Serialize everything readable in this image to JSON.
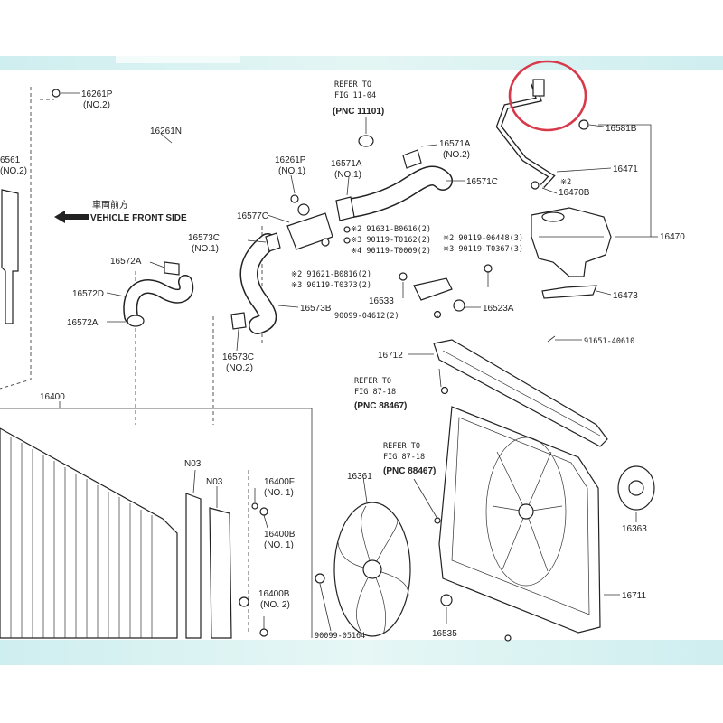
{
  "labels": {
    "l16261p2": "16261P",
    "l16261p2n": "(NO.2)",
    "l16261n": "16261N",
    "l16561": "6561",
    "l16561n": "(NO.2)",
    "front_jp": "車両前方",
    "front_en": "VEHICLE FRONT SIDE",
    "l16261p1": "16261P",
    "l16261p1n": "(NO.1)",
    "refer1": "REFER TO",
    "fig1": "FIG 11-04",
    "pnc1": "(PNC 11101)",
    "l16571a_top": "16571A",
    "l16571a_top_n": "(NO.2)",
    "l16571a_mid": "16571A",
    "l16571a_mid_n": "(NO.1)",
    "l16571c": "16571C",
    "l16581b": "16581B",
    "l16471": "16471",
    "l16470b": "16470B",
    "l16470b_mark": "※2",
    "l16470": "16470",
    "l16577c": "16577C",
    "l16573c1": "16573C",
    "l16573c1n": "(NO.1)",
    "l16572a_top": "16572A",
    "l16572d": "16572D",
    "l16572a_bot": "16572A",
    "ref_91631": "※2 91631-B0616(2)",
    "ref_90119_t0162": "※3 90119-T0162(2)",
    "ref_90119_t0009": "※4 90119-T0009(2)",
    "ref_90119_06448": "※2 90119-06448(3)",
    "ref_90119_t0367": "※3 90119-T0367(3)",
    "ref_91621": "※2 91621-B0816(2)",
    "ref_90119_t0373": "※3 90119-T0373(2)",
    "l16533": "16533",
    "l16573b": "16573B",
    "ref_90099_04612": "90099-04612(2)",
    "l16523a": "16523A",
    "l16473": "16473",
    "ref_91651": "91651-40610",
    "l16573c2": "16573C",
    "l16573c2n": "(NO.2)",
    "l16712": "16712",
    "refer2": "REFER TO",
    "fig2": "FIG 87-18",
    "pnc2": "(PNC 88467)",
    "l16400": "16400",
    "refer3": "REFER TO",
    "fig3": "FIG 87-18",
    "pnc3": "(PNC 88467)",
    "n03a": "N03",
    "n03b": "N03",
    "l16400f": "16400F",
    "l16400f_n": "(NO. 1)",
    "l16361": "16361",
    "l16363": "16363",
    "l16400b1": "16400B",
    "l16400b1n": "(NO. 1)",
    "l16400b2": "16400B",
    "l16400b2n": "(NO. 2)",
    "l16711": "16711",
    "ref_90099_05164": "90099-05164",
    "l16535": "16535"
  },
  "colors": {
    "highlight_circle": "#d8394a",
    "band": "#cfeef0",
    "line": "#333333"
  }
}
